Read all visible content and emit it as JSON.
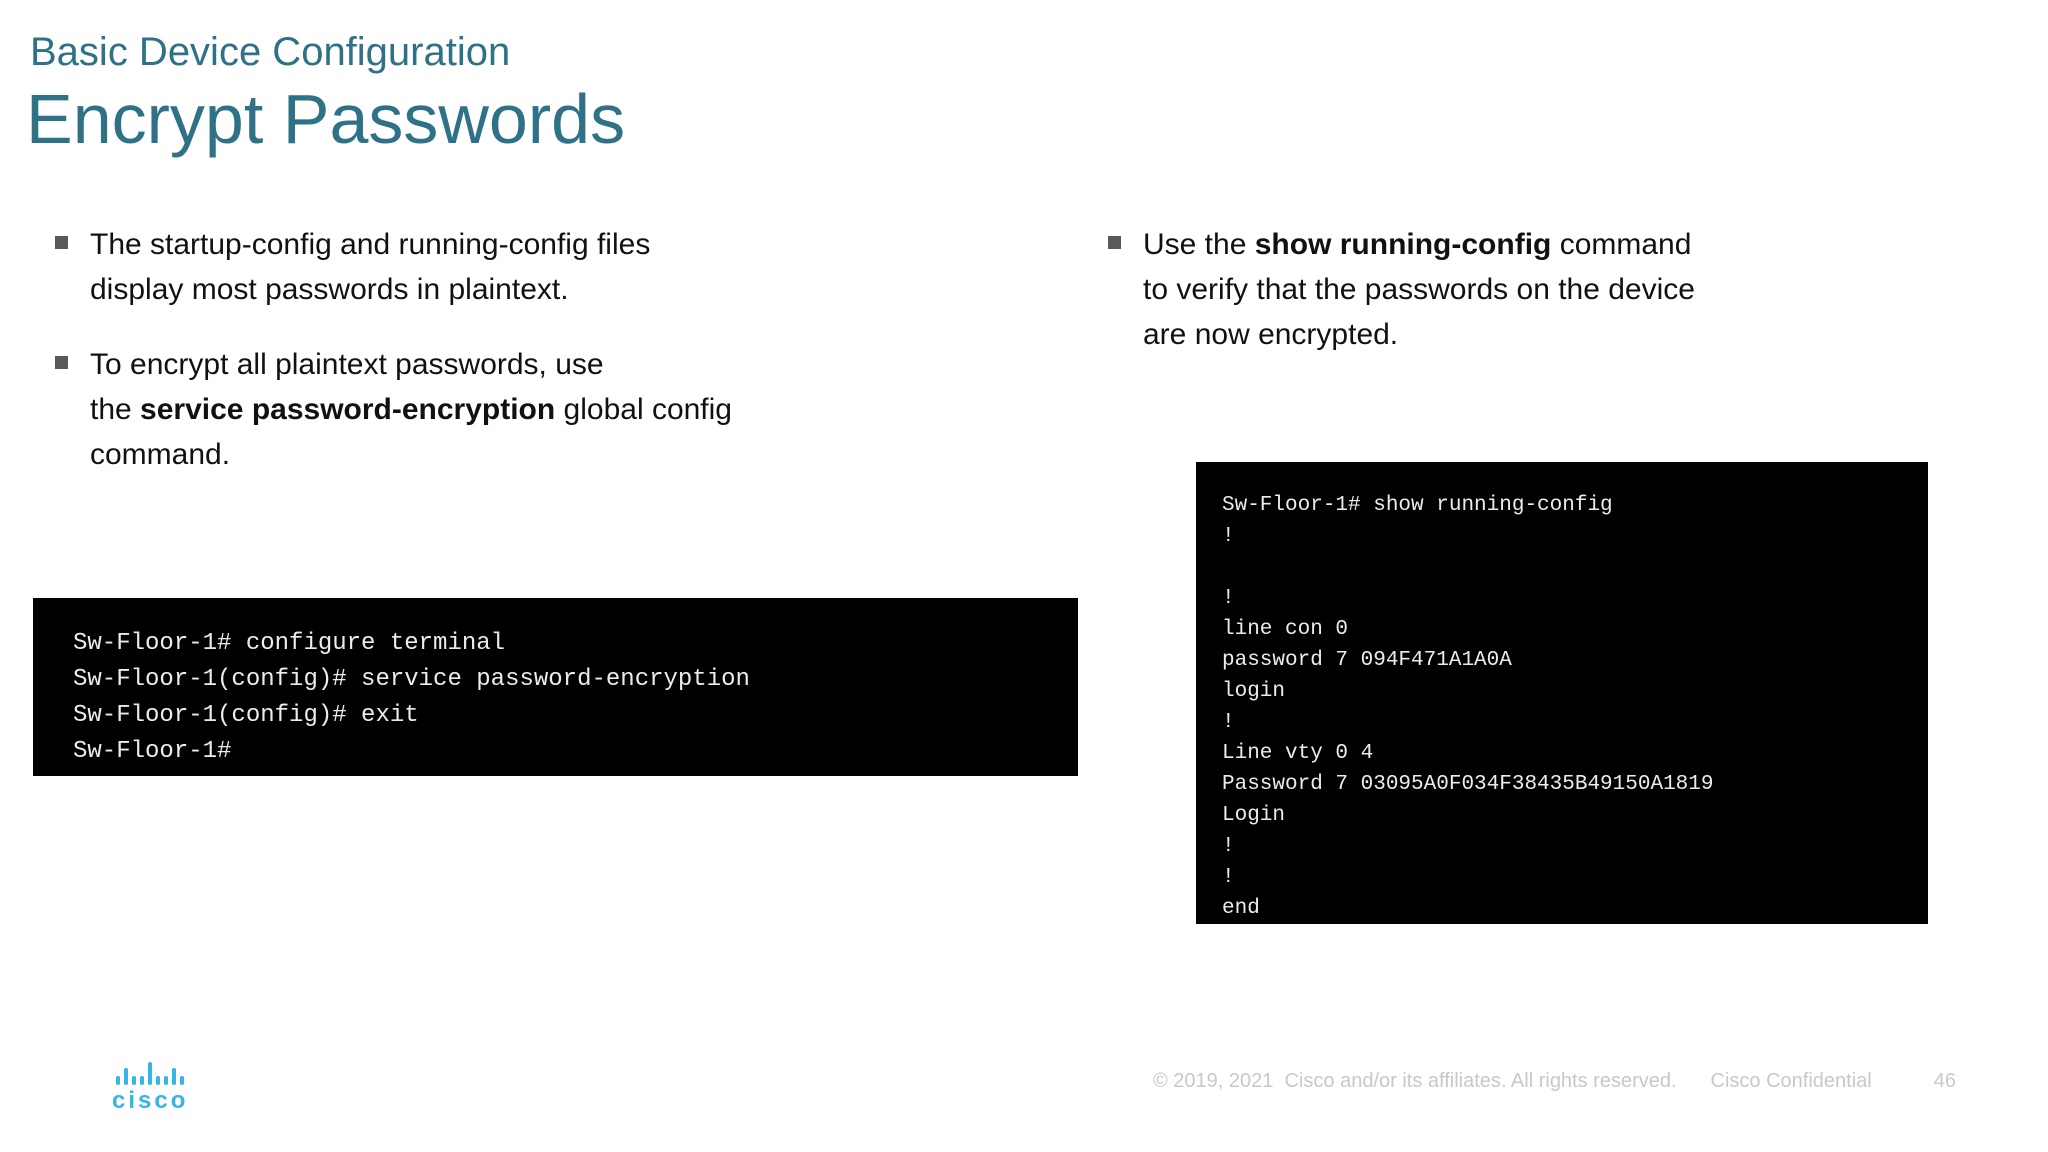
{
  "header": {
    "eyebrow": "Basic Device Configuration",
    "title": "Encrypt Passwords"
  },
  "left": {
    "bullets": [
      {
        "pre": "The startup-config and running-config files\ndisplay most passwords in plaintext.",
        "bold": "",
        "post": ""
      },
      {
        "pre": "To encrypt all plaintext passwords, use\nthe ",
        "bold": "service password-encryption",
        "post": " global config\ncommand."
      }
    ],
    "terminal_lines": [
      "Sw-Floor-1# configure terminal",
      "Sw-Floor-1(config)# service password-encryption",
      "Sw-Floor-1(config)# exit",
      "Sw-Floor-1#"
    ]
  },
  "right": {
    "bullets": [
      {
        "pre": "Use the ",
        "bold": "show running-config",
        "post": " command\nto verify that the passwords on the device\nare now encrypted."
      }
    ],
    "terminal_lines": [
      "Sw-Floor-1# show running-config",
      "!",
      "",
      "!",
      "line con 0",
      "password 7 094F471A1A0A",
      "login",
      "!",
      "Line vty 0 4",
      "Password 7 03095A0F034F38435B49150A1819",
      "Login",
      "!",
      "!",
      "end"
    ]
  },
  "footer": {
    "copyright": "© 2019, 2021  Cisco and/or its affiliates. All rights reserved.",
    "confidential": "Cisco Confidential",
    "page": "46",
    "logo_text": "cisco"
  },
  "colors": {
    "accent_teal": "#2F7186",
    "terminal_bg": "#000000",
    "terminal_text": "#ECECEC",
    "cisco_blue": "#35B5E8",
    "footer_gray": "#C8C8C8",
    "bullet_gray": "#595959"
  }
}
